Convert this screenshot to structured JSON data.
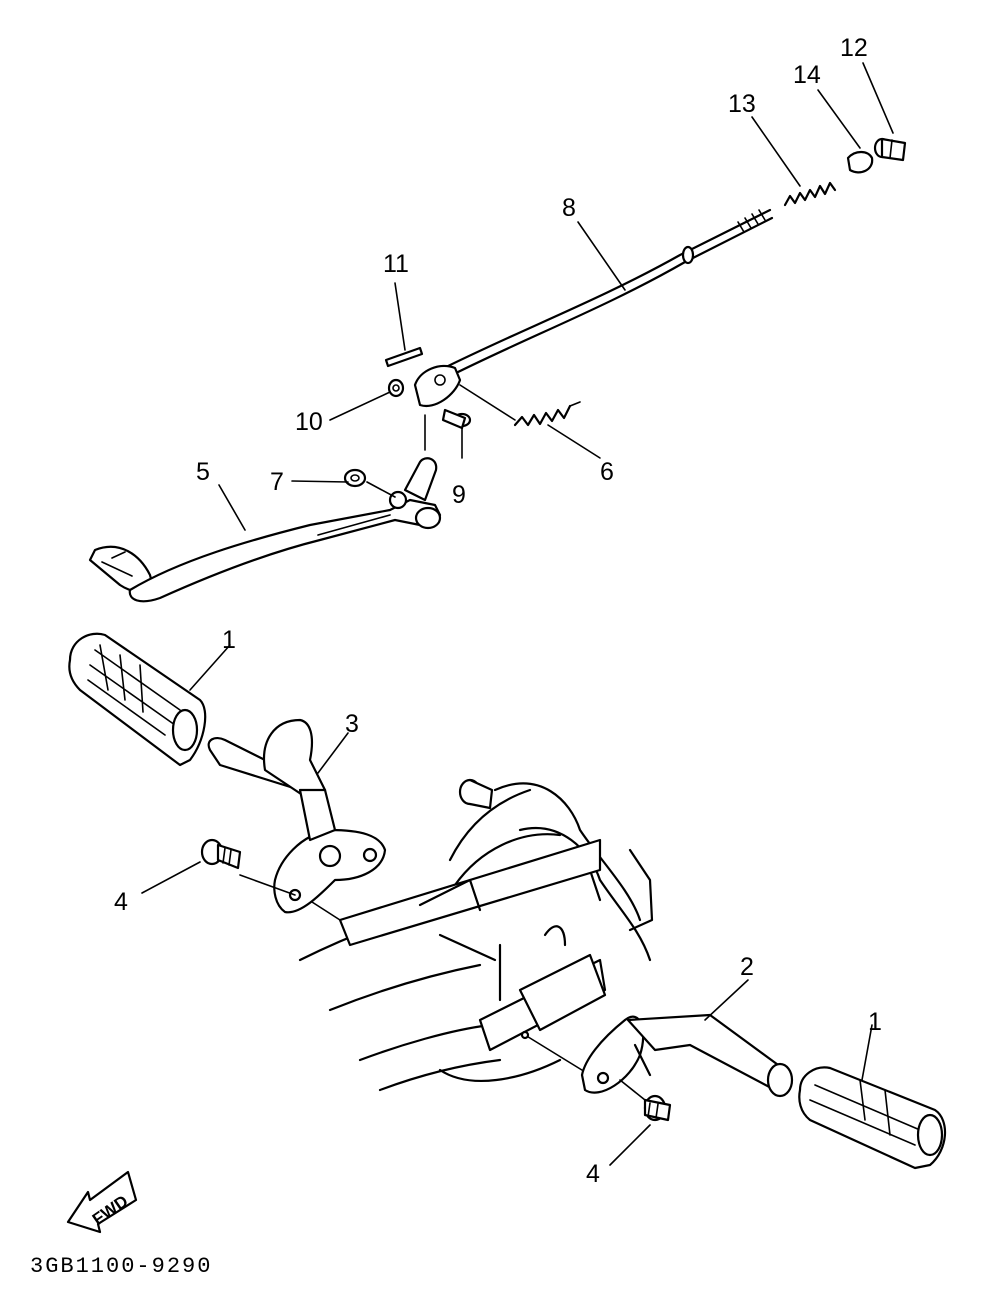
{
  "callouts": {
    "p1a": "1",
    "p1b": "1",
    "p2": "2",
    "p3": "3",
    "p4a": "4",
    "p4b": "4",
    "p5": "5",
    "p6": "6",
    "p7": "7",
    "p8": "8",
    "p9": "9",
    "p10": "10",
    "p11": "11",
    "p12": "12",
    "p13": "13",
    "p14": "14"
  },
  "fwd_label": "FWD",
  "diagram_code": "3GB1100-9290"
}
